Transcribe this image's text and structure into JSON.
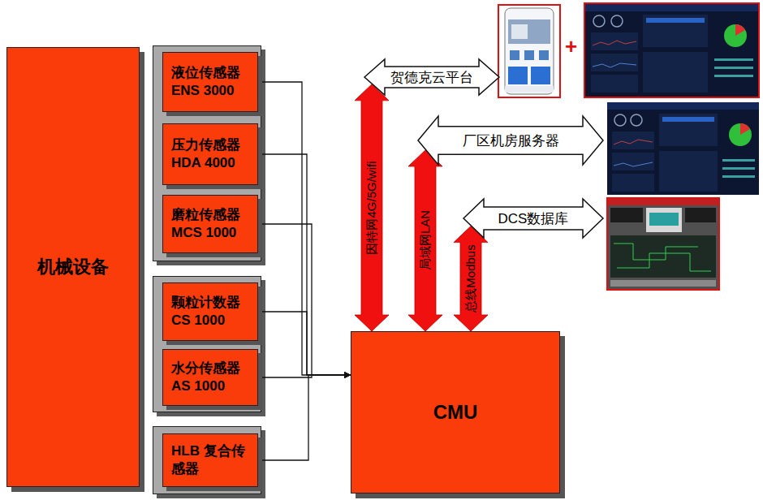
{
  "diagram": {
    "nodes": [
      {
        "text": [
          "机械设备"
        ]
      },
      {
        "text": [
          "液位传感器 ENS 3000"
        ]
      },
      {
        "text": [
          "压力传感器 HDA 4000"
        ]
      },
      {
        "text": [
          "磨粒传感器 MCS 1000"
        ]
      },
      {
        "text": [
          "颗粒计数器 CS 1000"
        ]
      },
      {
        "text": [
          "水分传感器 AS 1000"
        ]
      },
      {
        "text": [
          "HLB 复合传感器"
        ]
      },
      {
        "text": [
          "CMU"
        ]
      },
      {
        "text": [
          "贺德克云平台"
        ]
      },
      {
        "text": [
          "厂区机房服务器"
        ]
      },
      {
        "text": [
          "DCS数据库"
        ]
      }
    ],
    "edges": [
      {
        "from": 1,
        "to": 7,
        "arrow": "to"
      },
      {
        "from": 2,
        "to": 7,
        "arrow": "to"
      },
      {
        "from": 3,
        "to": 7,
        "arrow": "to"
      },
      {
        "from": 4,
        "to": 7,
        "arrow": "to"
      },
      {
        "from": 5,
        "to": 7,
        "arrow": "to"
      },
      {
        "from": 6,
        "to": 7,
        "arrow": "to"
      },
      {
        "from": 7,
        "to": 8,
        "arrow": "both",
        "label": "因特网4G/5G/wifi"
      },
      {
        "from": 7,
        "to": 9,
        "arrow": "both",
        "label": "局域网LAN"
      },
      {
        "from": 7,
        "to": 10,
        "arrow": "both",
        "label": "总线Modbus"
      }
    ],
    "labels": [
      "+"
    ]
  }
}
